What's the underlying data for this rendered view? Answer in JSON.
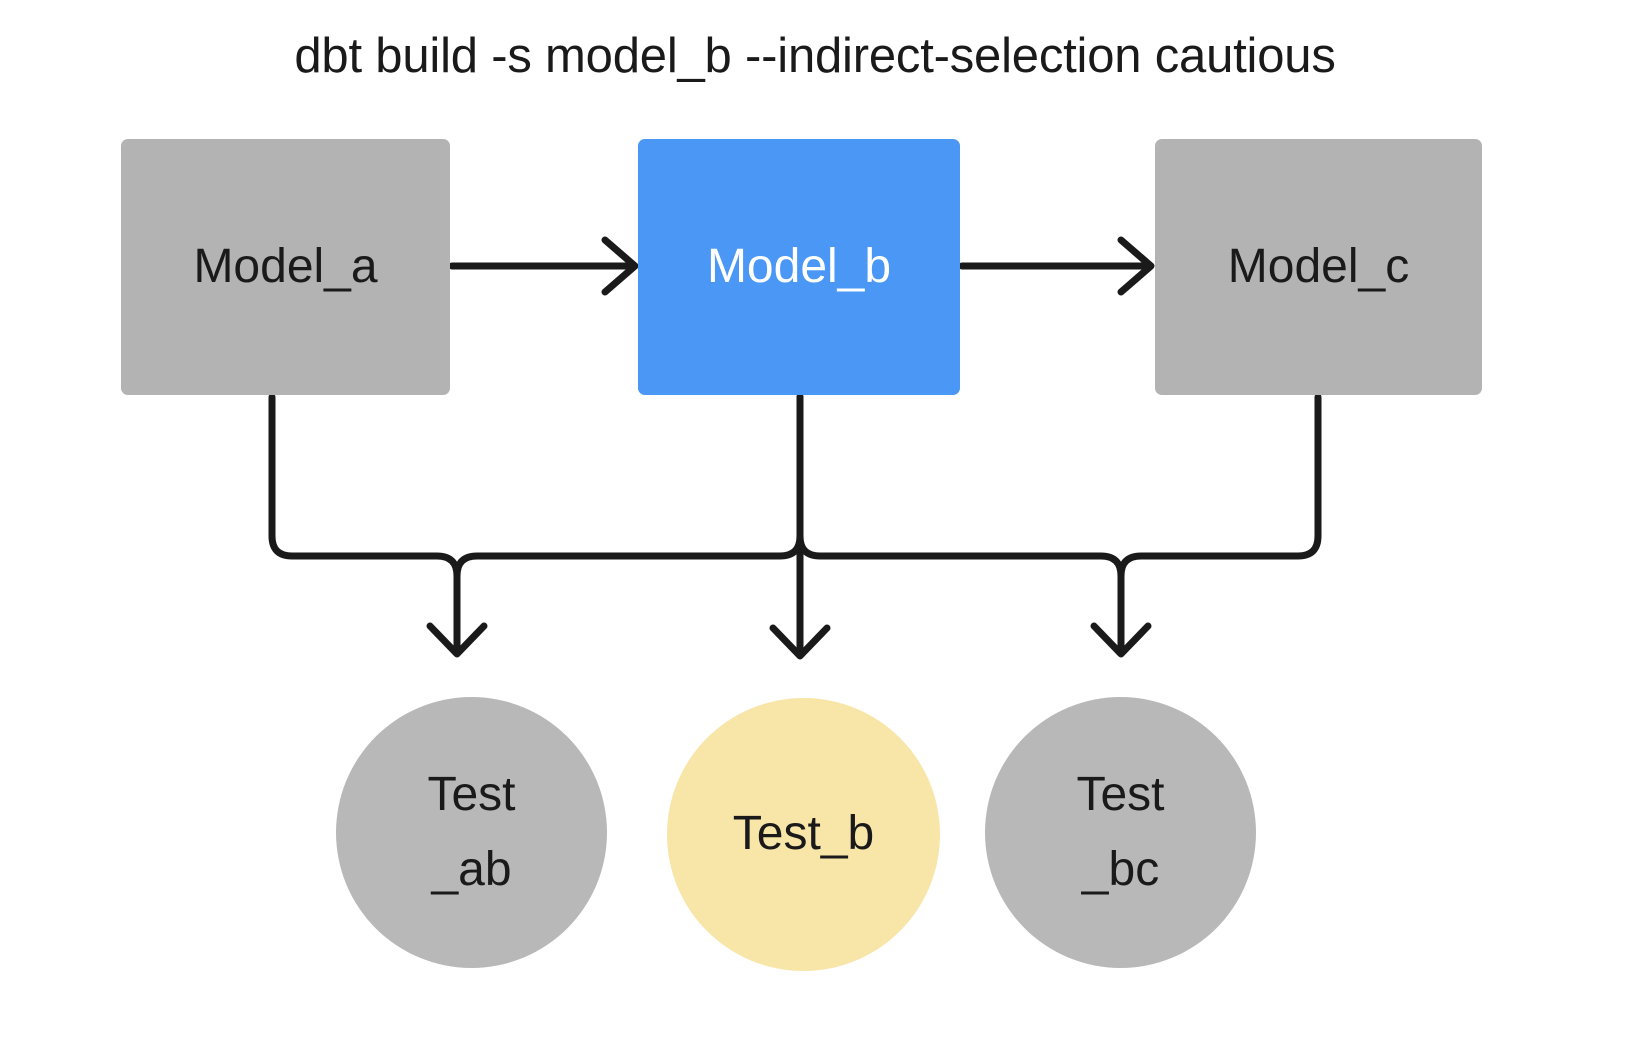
{
  "diagram": {
    "title": "dbt build -s model_b --indirect-selection cautious",
    "background": "#ffffff",
    "edge_color": "#1a1a1a",
    "edge_width": 7,
    "colors": {
      "model_default": "#b3b3b3",
      "model_selected": "#4a97f5",
      "model_selected_text": "#ffffff",
      "test_default": "#b8b8b8",
      "test_selected": "#f8e5a8",
      "text": "#1a1a1a"
    },
    "nodes": {
      "model_a": {
        "label": "Model_a",
        "shape": "rect",
        "fill": "#b3b3b3",
        "text_color": "#1a1a1a",
        "selected": false
      },
      "model_b": {
        "label": "Model_b",
        "shape": "rect",
        "fill": "#4a97f5",
        "text_color": "#ffffff",
        "selected": true
      },
      "model_c": {
        "label": "Model_c",
        "shape": "rect",
        "fill": "#b3b3b3",
        "text_color": "#1a1a1a",
        "selected": false
      },
      "test_ab": {
        "label_line1": "Test",
        "label_line2": "_ab",
        "shape": "circle",
        "fill": "#b8b8b8",
        "text_color": "#1a1a1a",
        "selected": false
      },
      "test_b": {
        "label_line1": "Test_b",
        "label_line2": "",
        "shape": "circle",
        "fill": "#f8e5a8",
        "text_color": "#1a1a1a",
        "selected": true
      },
      "test_bc": {
        "label_line1": "Test",
        "label_line2": "_bc",
        "shape": "circle",
        "fill": "#b8b8b8",
        "text_color": "#1a1a1a",
        "selected": false
      }
    },
    "edges": [
      {
        "from": "model_a",
        "to": "model_b",
        "style": "arrow-right"
      },
      {
        "from": "model_b",
        "to": "model_c",
        "style": "arrow-right"
      },
      {
        "from": "model_a",
        "to": "test_ab",
        "style": "elbow-down"
      },
      {
        "from": "model_b",
        "to": "test_ab",
        "style": "elbow-down"
      },
      {
        "from": "model_b",
        "to": "test_b",
        "style": "straight-down"
      },
      {
        "from": "model_b",
        "to": "test_bc",
        "style": "elbow-down"
      },
      {
        "from": "model_c",
        "to": "test_bc",
        "style": "elbow-down"
      }
    ]
  }
}
